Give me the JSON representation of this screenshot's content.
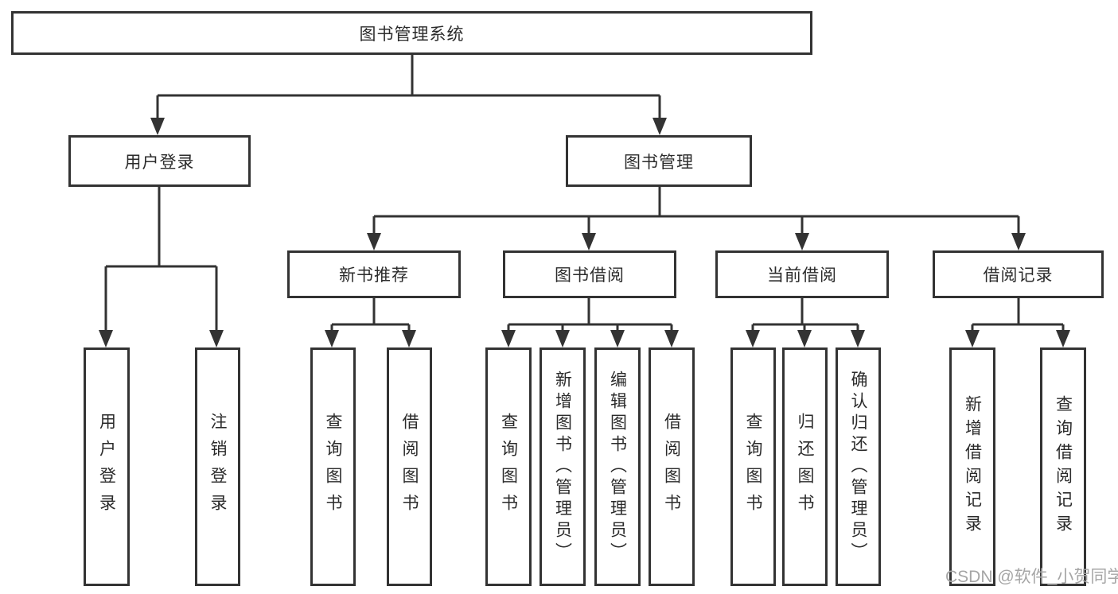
{
  "diagram_type": "functional-structure-tree",
  "colors": {
    "background": "#ffffff",
    "line": "#333333",
    "box_border": "#333333",
    "box_background": "#ffffff",
    "text": "#2b2b2b",
    "watermark": "#a6a6a6"
  },
  "nodes": {
    "root": "图书管理系统",
    "user_login": "用户登录",
    "book_mgmt": "图书管理",
    "new_book_rec": "新书推荐",
    "book_borrow": "图书借阅",
    "current_borrow": "当前借阅",
    "borrow_records": "借阅记录",
    "ul_user_login": "用户登录",
    "ul_logout": "注销登录",
    "nb_query": "查询图书",
    "nb_borrow": "借阅图书",
    "bb_query": "查询图书",
    "bb_add": "新增图书（管理员）",
    "bb_edit": "编辑图书（管理员）",
    "bb_borrow": "借阅图书",
    "cb_query": "查询图书",
    "cb_return": "归还图书",
    "cb_confirm": "确认归还（管理员）",
    "br_add": "新增借阅记录",
    "br_query": "查询借阅记录"
  },
  "watermark": "CSDN @软件_小贺同学"
}
